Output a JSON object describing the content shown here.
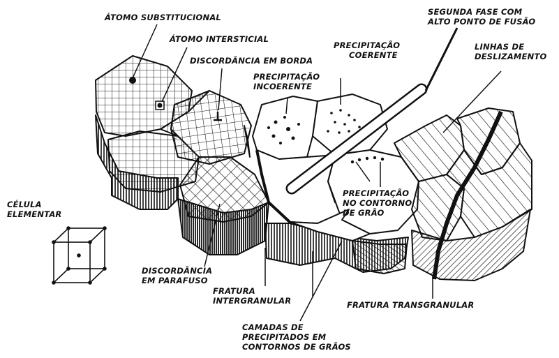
{
  "labels": {
    "substitutional_atom": [
      "ÁTOMO SUBSTITUCIONAL"
    ],
    "interstitial_atom": [
      "ÁTOMO INTERSTICIAL"
    ],
    "edge_dislocation": [
      "DISCORDÂNCIA EM BORDA"
    ],
    "incoherent_precipitation": [
      "PRECIPITAÇÃO",
      "INCOERENTE"
    ],
    "coherent_precipitation": [
      "PRECIPITAÇÃO",
      "COERENTE"
    ],
    "second_phase": [
      "SEGUNDA FASE COM",
      "ALTO PONTO DE FUSÃO"
    ],
    "slip_lines": [
      "LINHAS DE",
      "DESLIZAMENTO"
    ],
    "unit_cell": [
      "CÉLULA",
      "ELEMENTAR"
    ],
    "grain_boundary_precipitation": [
      "PRECIPITAÇÃO",
      "NO CONTORNO",
      "DE GRÃO"
    ],
    "screw_dislocation": [
      "DISCORDÂNCIA",
      "EM PARAFUSO"
    ],
    "intergranular_fracture": [
      "FRATURA",
      "INTERGRANULAR"
    ],
    "transgranular_fracture": [
      "FRATURA TRANSGRANULAR"
    ],
    "precipitate_layers": [
      "CAMADAS DE",
      "PRECIPITADOS EM",
      "CONTORNOS DE GRÃOS"
    ]
  }
}
